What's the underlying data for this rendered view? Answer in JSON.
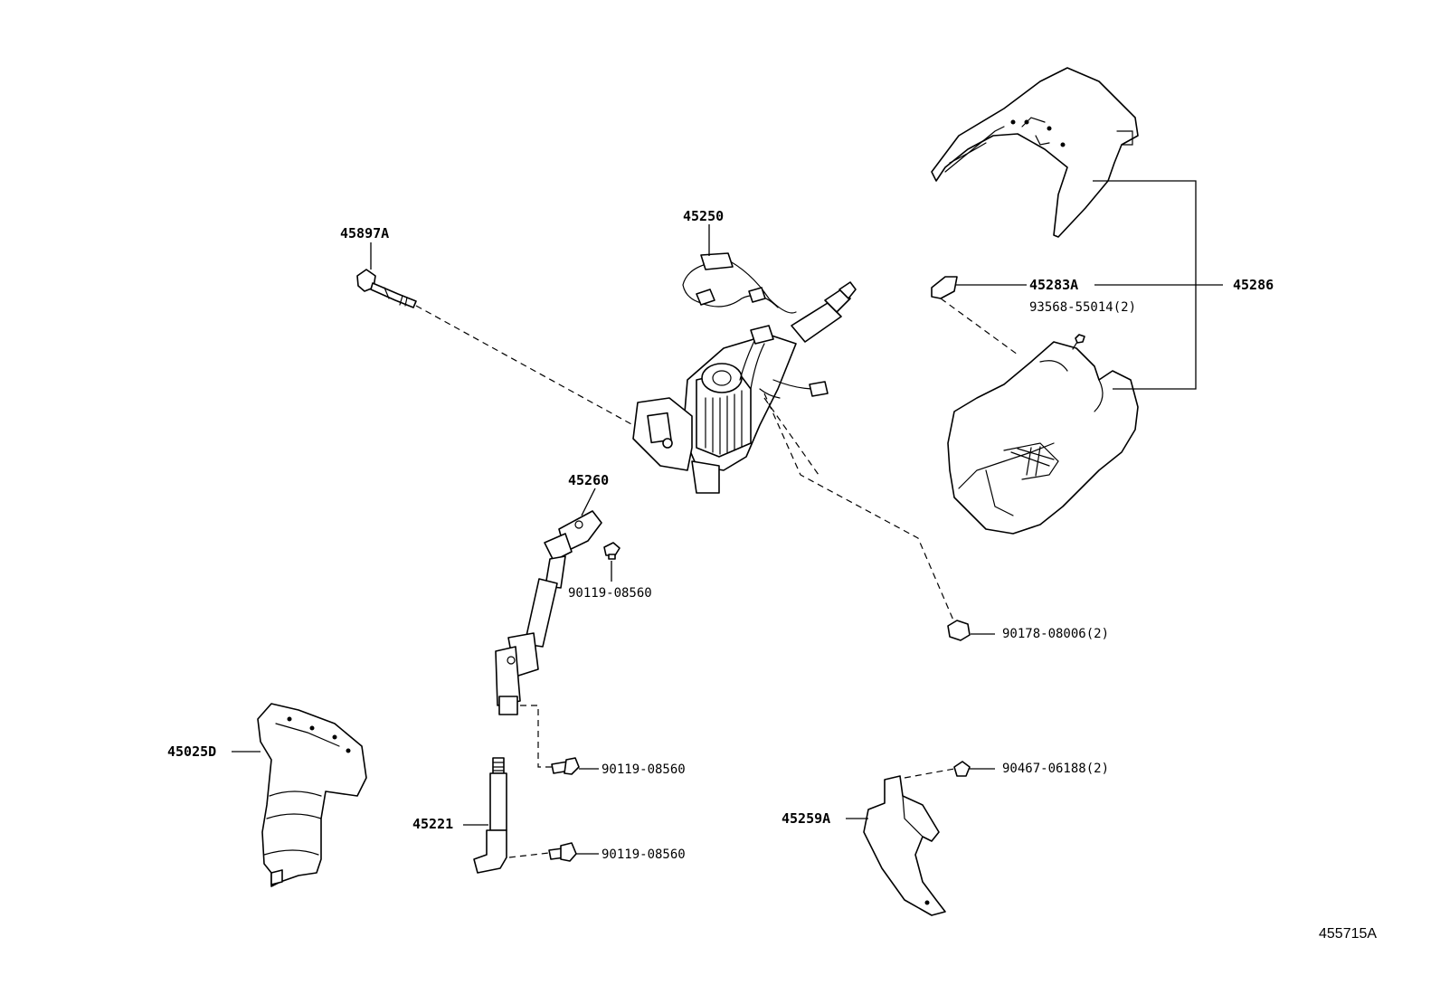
{
  "diagram": {
    "labels": {
      "p45897A": "45897A",
      "p45250": "45250",
      "p45260": "45260",
      "p45283A": "45283A",
      "p45286": "45286",
      "p93568": "93568-55014(2)",
      "p90119a": "90119-08560",
      "p90178": "90178-08006(2)",
      "p45025D": "45025D",
      "p90119b": "90119-08560",
      "p45221": "45221",
      "p90119c": "90119-08560",
      "p45259A": "45259A",
      "p90467": "90467-06188(2)"
    },
    "figure_code": "455715A"
  }
}
